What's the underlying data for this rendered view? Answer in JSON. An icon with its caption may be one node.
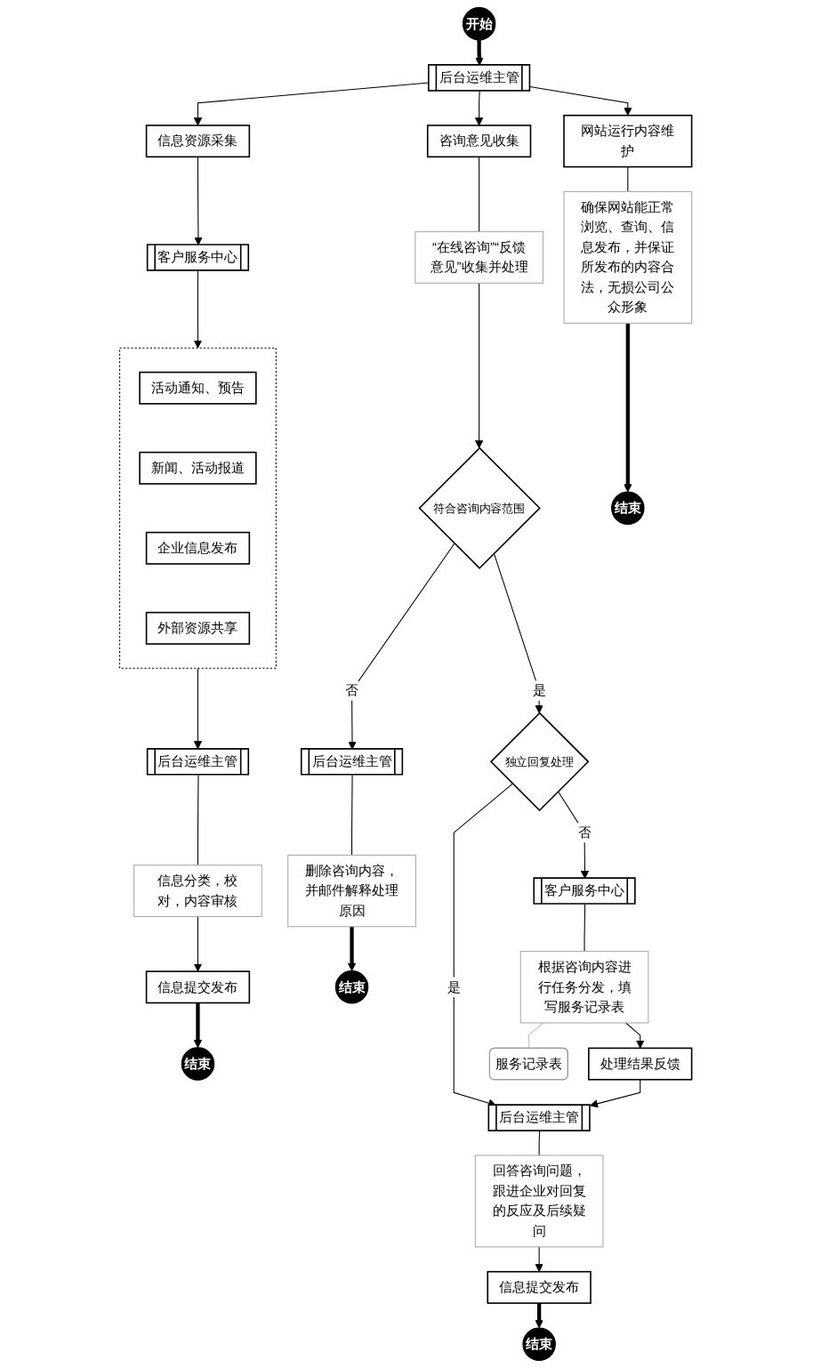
{
  "diagram": {
    "nodes": [
      {
        "text": [
          "开始"
        ]
      },
      {
        "text": [
          "后台运维主管"
        ]
      },
      {
        "text": [
          "信息资源采集"
        ]
      },
      {
        "text": [
          "咨询意见收集"
        ]
      },
      {
        "text": [
          "网站运行内容维护"
        ]
      },
      {
        "text": [
          "客户服务中心"
        ]
      },
      {
        "text": [],
        "shape": "box"
      },
      {
        "text": [
          "活动通知、预告"
        ],
        "in": 6
      },
      {
        "text": [
          "新闻、活动报道"
        ],
        "in": 6
      },
      {
        "text": [
          "企业信息发布"
        ],
        "in": 6
      },
      {
        "text": [
          "外部资源共享"
        ],
        "in": 6
      },
      {
        "text": [
          "后台运维主管"
        ]
      },
      {
        "text": [
          "信息分类，校对，内容审核"
        ]
      },
      {
        "text": [
          "信息提交发布"
        ]
      },
      {
        "text": [
          "结束"
        ]
      },
      {
        "text": [
          "“在线咨询”“反馈意见”收集并处理"
        ]
      },
      {
        "text": [
          "符合咨询内容范围"
        ]
      },
      {
        "text": [
          "后台运维主管"
        ]
      },
      {
        "text": [
          "删除咨询内容，并邮件解释处理原因"
        ]
      },
      {
        "text": [
          "结束"
        ]
      },
      {
        "text": [
          "独立回复处理"
        ]
      },
      {
        "text": [
          "客户服务中心"
        ]
      },
      {
        "text": [
          "根据咨询内容进行任务分发，填写服务记录表"
        ]
      },
      {
        "text": [
          "服务记录表"
        ]
      },
      {
        "text": [
          "处理结果反馈"
        ]
      },
      {
        "text": [
          "后台运维主管"
        ]
      },
      {
        "text": [
          "回答咨询问题，跟进企业对回复的反应及后续疑问"
        ]
      },
      {
        "text": [
          "信息提交发布"
        ]
      },
      {
        "text": [
          "结束"
        ]
      },
      {
        "text": [
          "确保网站能正常浏览、查询、信息发布，并保证所发布的内容合法，无损公司公众形象"
        ]
      },
      {
        "text": [
          "结束"
        ]
      }
    ],
    "edges": [
      {
        "from": 0,
        "to": 1,
        "arrow": "to",
        "style": "thick"
      },
      {
        "from": 1,
        "to": 2,
        "arrow": "to"
      },
      {
        "from": 1,
        "to": 3,
        "arrow": "to"
      },
      {
        "from": 1,
        "to": 4,
        "arrow": "to"
      },
      {
        "from": 2,
        "to": 5,
        "arrow": "to"
      },
      {
        "from": 5,
        "to": 6,
        "arrow": "to"
      },
      {
        "from": 6,
        "to": 11,
        "arrow": "to"
      },
      {
        "from": 11,
        "to": 12,
        "arrow": "none"
      },
      {
        "from": 12,
        "to": 13,
        "arrow": "to"
      },
      {
        "from": 13,
        "to": 14,
        "arrow": "to",
        "style": "thick"
      },
      {
        "from": 3,
        "to": 15,
        "arrow": "none"
      },
      {
        "from": 15,
        "to": 16,
        "arrow": "to"
      },
      {
        "from": 16,
        "to": 17,
        "arrow": "to",
        "label": "否"
      },
      {
        "from": 16,
        "to": 20,
        "arrow": "to",
        "label": "是"
      },
      {
        "from": 17,
        "to": 18,
        "arrow": "none"
      },
      {
        "from": 18,
        "to": 19,
        "arrow": "to",
        "style": "thick"
      },
      {
        "from": 20,
        "to": 25,
        "arrow": "to",
        "label": "是"
      },
      {
        "from": 20,
        "to": 21,
        "arrow": "to",
        "label": "否"
      },
      {
        "from": 21,
        "to": 22,
        "arrow": "none"
      },
      {
        "from": 22,
        "to": 23,
        "arrow": "none",
        "color": "#c0c0c0"
      },
      {
        "from": 22,
        "to": 24,
        "arrow": "to"
      },
      {
        "from": 24,
        "to": 25,
        "arrow": "to"
      },
      {
        "from": 25,
        "to": 26,
        "arrow": "none"
      },
      {
        "from": 26,
        "to": 27,
        "arrow": "to"
      },
      {
        "from": 27,
        "to": 28,
        "arrow": "to",
        "style": "thick"
      },
      {
        "from": 4,
        "to": 29,
        "arrow": "none"
      },
      {
        "from": 29,
        "to": 30,
        "arrow": "to",
        "style": "thick"
      }
    ]
  }
}
